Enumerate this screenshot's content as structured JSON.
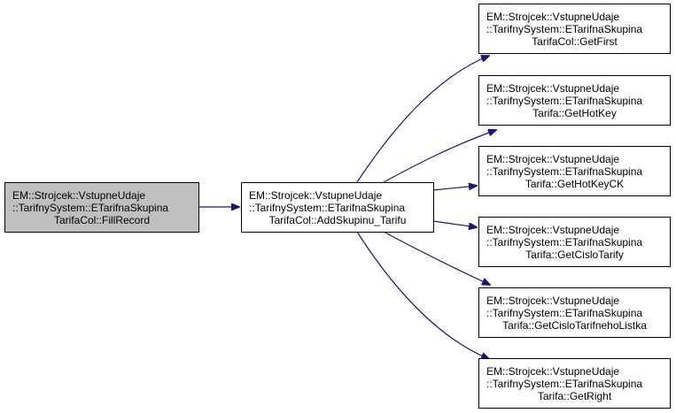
{
  "diagram": {
    "type": "call-graph",
    "edge_color": "#191970",
    "root_fill": "#bfbfbf",
    "nodes": [
      {
        "id": "fillrecord",
        "role": "root",
        "lines": [
          "EM::Strojcek::VstupneUdaje",
          "::TarifnySystem::ETarifnaSkupina",
          "TarifaCol::FillRecord"
        ]
      },
      {
        "id": "addskupinu",
        "role": "callee",
        "lines": [
          "EM::Strojcek::VstupneUdaje",
          "::TarifnySystem::ETarifnaSkupina",
          "TarifaCol::AddSkupinu_Tarifu"
        ]
      },
      {
        "id": "getfirst",
        "role": "callee",
        "lines": [
          "EM::Strojcek::VstupneUdaje",
          "::TarifnySystem::ETarifnaSkupina",
          "TarifaCol::GetFirst"
        ]
      },
      {
        "id": "gethotkey",
        "role": "callee",
        "lines": [
          "EM::Strojcek::VstupneUdaje",
          "::TarifnySystem::ETarifnaSkupina",
          "Tarifa::GetHotKey"
        ]
      },
      {
        "id": "gethotkeyck",
        "role": "callee",
        "lines": [
          "EM::Strojcek::VstupneUdaje",
          "::TarifnySystem::ETarifnaSkupina",
          "Tarifa::GetHotKeyCK"
        ]
      },
      {
        "id": "getcislotarify",
        "role": "callee",
        "lines": [
          "EM::Strojcek::VstupneUdaje",
          "::TarifnySystem::ETarifnaSkupina",
          "Tarifa::GetCisloTarify"
        ]
      },
      {
        "id": "getcislotarifnehollistka",
        "role": "callee",
        "lines": [
          "EM::Strojcek::VstupneUdaje",
          "::TarifnySystem::ETarifnaSkupina",
          "Tarifa::GetCisloTarifnehoListka"
        ]
      },
      {
        "id": "getright",
        "role": "callee",
        "lines": [
          "EM::Strojcek::VstupneUdaje",
          "::TarifnySystem::ETarifnaSkupina",
          "Tarifa::GetRight"
        ]
      }
    ],
    "edges": [
      {
        "from": "fillrecord",
        "to": "addskupinu"
      },
      {
        "from": "addskupinu",
        "to": "getfirst"
      },
      {
        "from": "addskupinu",
        "to": "gethotkey"
      },
      {
        "from": "addskupinu",
        "to": "gethotkeyck"
      },
      {
        "from": "addskupinu",
        "to": "getcislotarify"
      },
      {
        "from": "addskupinu",
        "to": "getcislotarifnehollistka"
      },
      {
        "from": "addskupinu",
        "to": "getright"
      }
    ]
  }
}
